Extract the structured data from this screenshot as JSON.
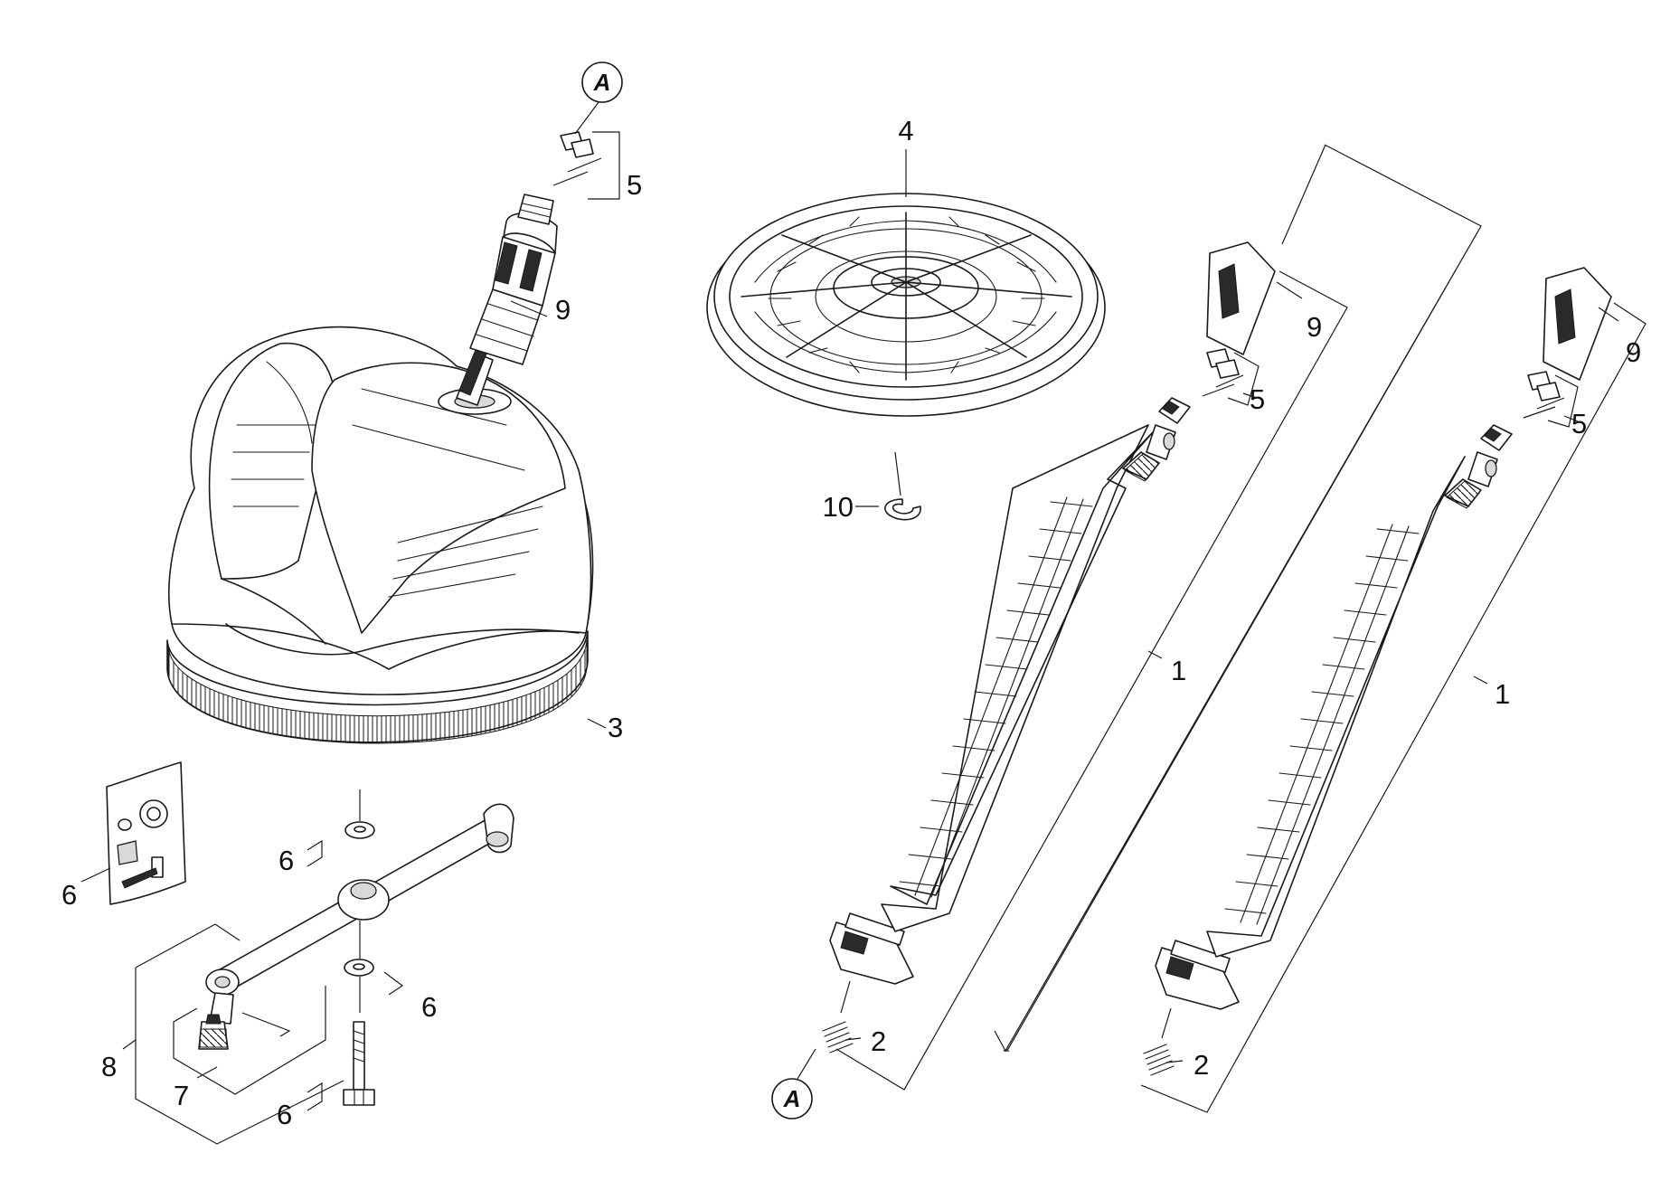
{
  "labels": {
    "l1a": "1",
    "l1b": "1",
    "l2a": "2",
    "l2b": "2",
    "l3": "3",
    "l4": "4",
    "l5a": "5",
    "l5b": "5",
    "l5c": "5",
    "l6a": "6",
    "l6b": "6",
    "l6c": "6",
    "l6d": "6",
    "l7": "7",
    "l8": "8",
    "l9a": "9",
    "l9b": "9",
    "l9c": "9",
    "l10": "10"
  },
  "refs": {
    "top": "A",
    "bottom": "A"
  }
}
